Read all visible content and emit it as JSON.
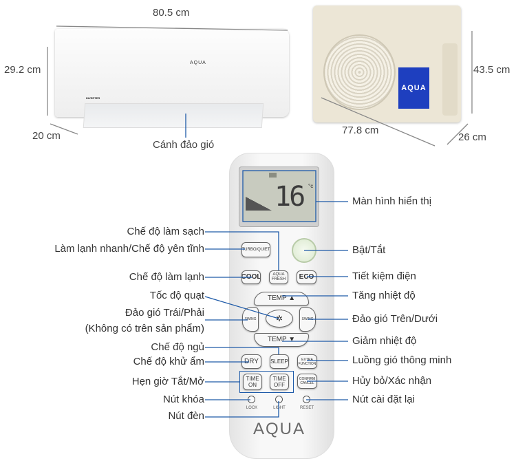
{
  "dimensions": {
    "indoor_width": "80.5 cm",
    "indoor_height": "29.2 cm",
    "indoor_depth": "20 cm",
    "outdoor_width": "77.8 cm",
    "outdoor_height": "43.5 cm",
    "outdoor_depth": "26 cm"
  },
  "indoor": {
    "brand": "AQUA",
    "badge": "INVERTER",
    "flap_label": "Cánh đảo gió"
  },
  "outdoor": {
    "brand": "AQUA",
    "brand_color": "#1e3fbf"
  },
  "remote": {
    "display": {
      "temperature": "16",
      "unit": "°c"
    },
    "buttons": {
      "turbo_quiet": "TURBO/QUIET",
      "cool": "COOL",
      "aqua_fresh": "AQUA FRESH",
      "eco": "ECO",
      "temp_up": "TEMP ▲",
      "temp_down": "TEMP ▼",
      "swing_lr": "SWING",
      "swing_ud": "SWING",
      "dry": "DRY",
      "sleep": "SLEEP",
      "extra_function": "EXTRA FUNCTION",
      "time_on": "TIME ON",
      "time_off": "TIME OFF",
      "confirm_cancel": "CONFIRM CANCEL",
      "lock": "LOCK",
      "light": "LIGHT",
      "reset": "RESET"
    },
    "brand": "AQUA"
  },
  "labels_left": [
    "Chế độ làm sạch",
    "Làm lạnh nhanh/Chế độ yên tĩnh",
    "Chế độ làm lạnh",
    "Tốc độ quạt",
    "Đảo gió Trái/Phải",
    "(Không có trên sản phẩm)",
    "Chế độ ngủ",
    "Chế độ khử ẩm",
    "Hẹn giờ Tắt/Mở",
    "Nút khóa",
    "Nút đèn"
  ],
  "labels_right": [
    "Màn hình hiển thị",
    "Bật/Tắt",
    "Tiết kiệm điện",
    "Tăng nhiệt độ",
    "Đảo gió Trên/Dưới",
    "Giảm nhiệt độ",
    "Luồng gió thông minh",
    "Hủy bỏ/Xác nhận",
    "Nút cài đặt lại"
  ]
}
